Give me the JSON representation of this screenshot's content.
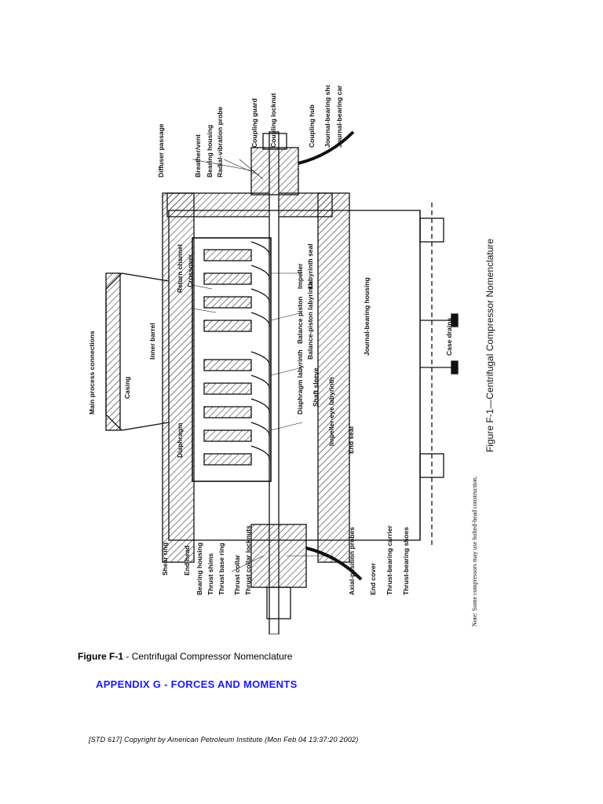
{
  "figure": {
    "labels_top": [
      "Diffuser passage",
      "Breather/vent",
      "Bearing housing",
      "Radial-vibration probe",
      "Coupling guard",
      "Coupling locknut",
      "Coupling hub",
      "Journal-bearing shoes",
      "Journal-bearing carrier"
    ],
    "labels_left": [
      "Main process connections",
      "Casing",
      "Inner barrel",
      "Return channel",
      "Crossover",
      "Diaphragm"
    ],
    "labels_mid": [
      "Impeller",
      "Labyrinth seal",
      "Balance piston",
      "Balance-piston labyrinth",
      "Diaphragm labyrinth",
      "Shaft sleeve",
      "Impeller-eye labyrinth",
      "End seal",
      "Journal-bearing housing",
      "Case drains"
    ],
    "labels_bottom": [
      "Shear ring",
      "End head",
      "Bearing housing",
      "Thrust shims",
      "Thrust base ring",
      "Thrust collar",
      "Thrust collar locknuts",
      "Axial-position probes",
      "End cover",
      "Thrust-bearing carrier",
      "Thrust-bearing shoes"
    ],
    "note": "Note: Some compressors may use bolted-head construction.",
    "rotated_caption": "Figure F-1—Centrifugal Compressor Nomenclature"
  },
  "caption": {
    "label": "Figure F-1",
    "separator": " - ",
    "text": "Centrifugal Compressor Nomenclature"
  },
  "appendix_heading": "APPENDIX G - FORCES AND MOMENTS",
  "footer": "[STD 617] Copyright by American Petroleum Institute   (Mon Feb 04 13:37:20 2002)"
}
